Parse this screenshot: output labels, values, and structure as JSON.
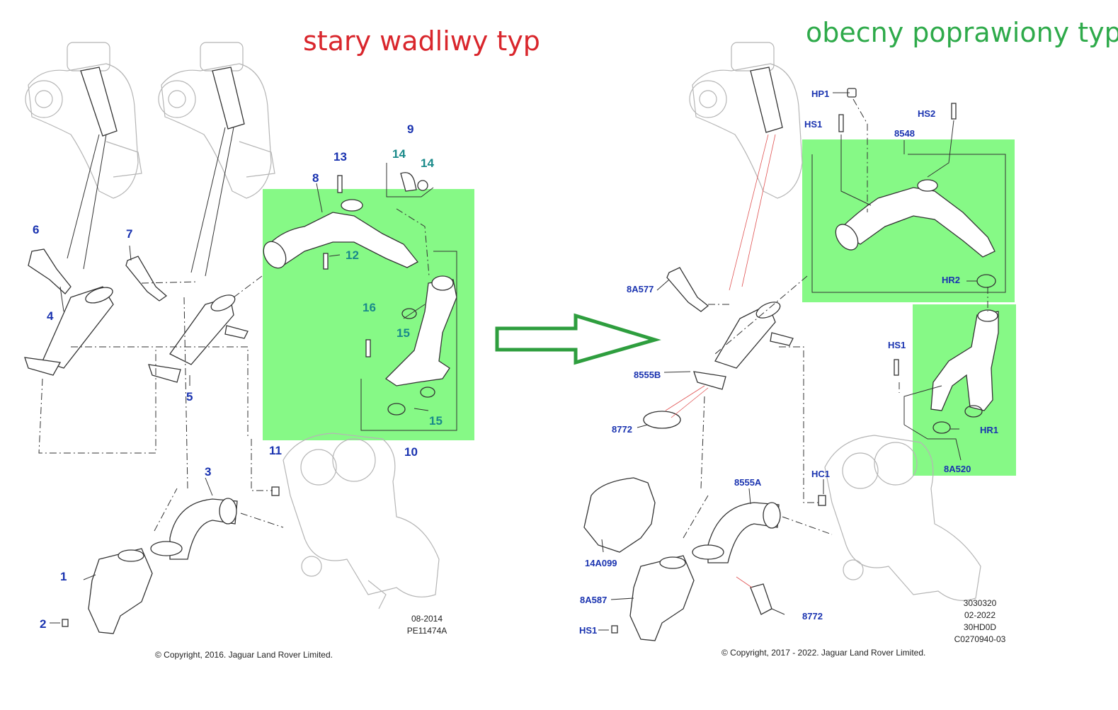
{
  "header": {
    "old_title": "stary wadliwy typ",
    "new_title": "obecny poprawiony typ",
    "old_color": "#d9262c",
    "new_color": "#2eaa4a"
  },
  "colors": {
    "highlight": "#86f986",
    "callout_blue": "#1a33b0",
    "callout_teal": "#1a8a8a",
    "arrow_green": "#2e9e3e",
    "line": "#333333",
    "ghost": "#b5b5b5"
  },
  "left_diagram": {
    "callouts": [
      "1",
      "2",
      "3",
      "4",
      "5",
      "6",
      "7",
      "8",
      "9",
      "10",
      "11",
      "13"
    ],
    "callouts_highlight": [
      "12",
      "14",
      "14",
      "15",
      "15",
      "16"
    ],
    "date": "08-2014",
    "code": "PE11474A",
    "copyright": "© Copyright, 2016. Jaguar Land Rover Limited."
  },
  "right_diagram": {
    "callouts": [
      "HP1",
      "HS2",
      "HS1",
      "8548",
      "HR2",
      "HS1",
      "HR1",
      "8A520",
      "8A577",
      "8555B",
      "8772",
      "HC1",
      "8555A",
      "14A099",
      "8A587",
      "HS1",
      "8772"
    ],
    "codes": [
      "3030320",
      "02-2022",
      "30HD0D",
      "C0270940-03"
    ],
    "copyright": "© Copyright, 2017 - 2022. Jaguar Land Rover Limited."
  },
  "icons": [
    "direction-arrow-icon"
  ]
}
